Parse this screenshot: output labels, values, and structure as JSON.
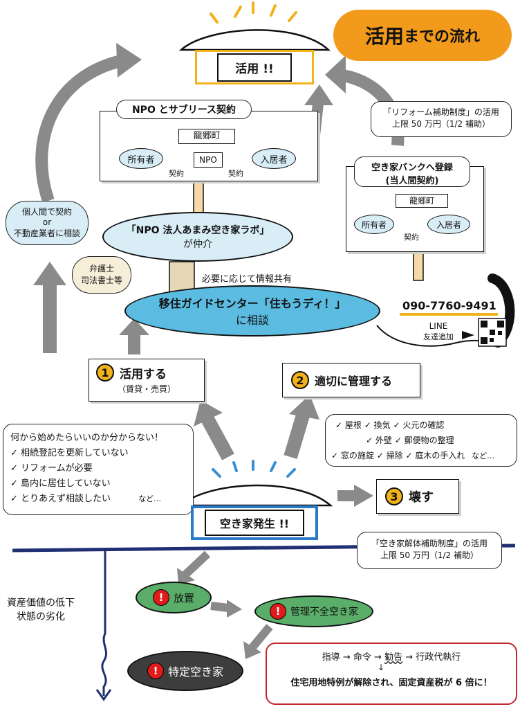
{
  "title": {
    "main": "活用",
    "sub": "までの流れ"
  },
  "top_house": {
    "label": "活用 !!"
  },
  "npo_panel": {
    "title": "NPO とサブリース契約",
    "town": "龍郷町",
    "npo": "NPO",
    "owner": "所有者",
    "resident": "入居者",
    "contract_left": "契約",
    "contract_right": "契約"
  },
  "bank_panel": {
    "title_line1": "空き家バンクへ登録",
    "title_line2": "(当人間契約)",
    "town": "龍郷町",
    "owner": "所有者",
    "resident": "入居者",
    "contract": "契約"
  },
  "reform_bubble": {
    "line1": "「リフォーム補助制度」の活用",
    "line2": "上限 50 万円（1/2 補助）"
  },
  "private_bubble": {
    "line1": "個人間で契約",
    "line2": "or",
    "line3": "不動産業者に相談"
  },
  "npo_lab": {
    "line1": "「NPO 法人あまみ空き家ラボ」",
    "line2": "が仲介"
  },
  "lawyer": {
    "line1": "弁護士",
    "line2": "司法書士等"
  },
  "info_share": "必要に応じて情報共有",
  "guide_center": {
    "line1": "移住ガイドセンター「住もうディ！」",
    "line2": "に相談"
  },
  "contact": {
    "phone": "090-7760-9491",
    "line_label": "LINE",
    "line_sub": "友達追加"
  },
  "step1": {
    "num": "1",
    "label": "活用する",
    "sub": "（賃貸・売買）"
  },
  "step2": {
    "num": "2",
    "label": "適切に管理する"
  },
  "step3": {
    "num": "3",
    "label": "壊す"
  },
  "manage_checks": {
    "row1": [
      "屋根",
      "換気",
      "火元の確認"
    ],
    "row2": [
      "外壁",
      "郵便物の整理"
    ],
    "row3": [
      "窓の施錠",
      "掃除",
      "庭木の手入れ"
    ],
    "etc": "など…"
  },
  "worries": {
    "title": "何から始めたらいいのか分からない！",
    "items": [
      "相続登記を更新していない",
      "リフォームが必要",
      "島内に居住していない",
      "とりあえず相談したい"
    ],
    "etc": "など…"
  },
  "vacant_house": {
    "label": "空き家発生 !!"
  },
  "demolish_bubble": {
    "line1": "「空き家解体補助制度」の活用",
    "line2": "上限 50 万円（1/2 補助）"
  },
  "decline": {
    "line1": "資産価値の低下",
    "line2": "状態の劣化"
  },
  "neglect": {
    "label": "放置"
  },
  "poor_managed": {
    "label": "管理不全空き家"
  },
  "specific": {
    "label": "特定空き家"
  },
  "penalty": {
    "steps": [
      "指導",
      "命令",
      "勧告",
      "行政代執行"
    ],
    "result": "住宅用地特例が解除され、固定資産税が 6 倍に！"
  },
  "colors": {
    "orange": "#f29a1b",
    "blue_oval": "#5bbbe0",
    "light_blue": "#d9edf7",
    "green": "#5aae6a",
    "dark": "#3d3d3d",
    "navy": "#1f2f73",
    "red": "#c4262e",
    "gray_arrow": "#8a8a8a"
  }
}
